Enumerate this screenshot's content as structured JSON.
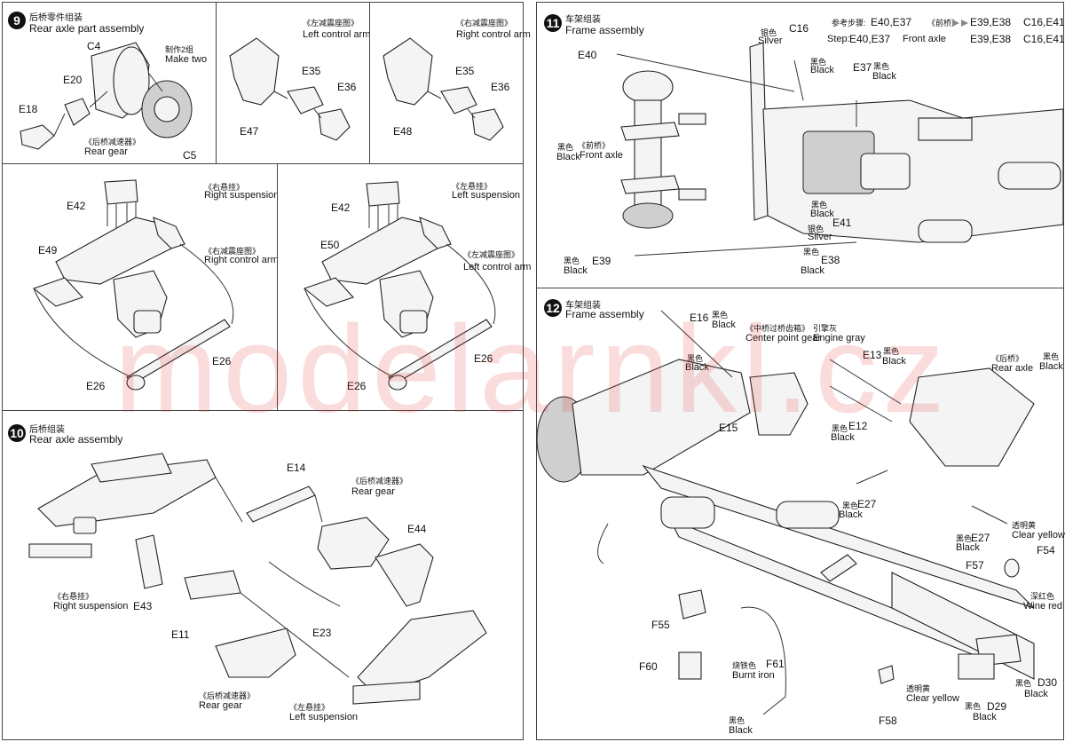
{
  "watermark": "modelarnkl.cz",
  "step9": {
    "number": "9",
    "title_zh": "后桥零件组装",
    "title_en": "Rear axle part assembly",
    "parts": {
      "c4": "C4",
      "e20": "E20",
      "e18": "E18",
      "c5": "C5"
    },
    "make_two_zh": "制作2组",
    "make_two_en": "Make two",
    "rear_gear_zh": "《后桥减速器》",
    "rear_gear_en": "Rear gear",
    "left_arm_zh": "《左减震座图》",
    "left_arm_en": "Left control arm",
    "right_arm_zh": "《右减震座图》",
    "right_arm_en": "Right control arm",
    "e35a": "E35",
    "e36a": "E36",
    "e47": "E47",
    "e35b": "E35",
    "e36b": "E36",
    "e48": "E48"
  },
  "susp": {
    "right_zh": "《右悬挂》",
    "right_en": "Right suspension",
    "right_arm_zh": "《右减震座图》",
    "right_arm_en": "Right control arm",
    "left_zh": "《左悬挂》",
    "left_en": "Left suspension",
    "left_arm_zh": "《左减震座图》",
    "left_arm_en": "Left control arm",
    "e42a": "E42",
    "e49": "E49",
    "e26a": "E26",
    "e26b": "E26",
    "e42b": "E42",
    "e50": "E50",
    "e26c": "E26",
    "e26d": "E26"
  },
  "step10": {
    "number": "10",
    "title_zh": "后桥组装",
    "title_en": "Rear axle assembly",
    "e14": "E14",
    "e44": "E44",
    "e43": "E43",
    "e11": "E11",
    "e23": "E23",
    "rear_gear1_zh": "《后桥减速器》",
    "rear_gear1_en": "Rear gear",
    "rear_gear2_zh": "《后桥减速器》",
    "rear_gear2_en": "Rear gear",
    "right_susp_zh": "《右悬挂》",
    "right_susp_en": "Right suspension",
    "left_susp_zh": "《左悬挂》",
    "left_susp_en": "Left suspension"
  },
  "step11": {
    "number": "11",
    "title_zh": "车架组装",
    "title_en": "Frame assembly",
    "ref_zh": "参考步骤:",
    "ref_en": "Step:",
    "ref_parts1": "E40,E37",
    "ref_front_zh": "《前桥》",
    "ref_front_en": "Front axle",
    "ref_parts2": "E39,E38",
    "ref_parts3": "C16,E41",
    "e40": "E40",
    "c16": "C16",
    "e37": "E37",
    "e41": "E41",
    "e39": "E39",
    "e38": "E38",
    "silver_zh": "银色",
    "silver_en": "Silver",
    "black_zh": "黑色",
    "black_en": "Black",
    "front_axle_zh": "《前桥》",
    "front_axle_en": "Front axle"
  },
  "step12": {
    "number": "12",
    "title_zh": "车架组装",
    "title_en": "Frame assembly",
    "e16": "E16",
    "e15": "E15",
    "e13": "E13",
    "e12": "E12",
    "e27a": "E27",
    "e27b": "E27",
    "f54": "F54",
    "f57": "F57",
    "f55": "F55",
    "f60": "F60",
    "f61": "F61",
    "f58": "F58",
    "d29": "D29",
    "d30": "D30",
    "black_zh": "黑色",
    "black_en": "Black",
    "center_gear_zh": "《中桥过桥齿箱》",
    "center_gear_en": "Center point gear",
    "engine_gray_zh": "引擎灰",
    "engine_gray_en": "Engine gray",
    "rear_axle_zh": "《后桥》",
    "rear_axle_en": "Rear axle",
    "clear_yellow_zh": "透明黄",
    "clear_yellow_en": "Clear yellow",
    "wine_red_zh": "深红色",
    "wine_red_en": "Wine red",
    "burnt_iron_zh": "烧铁色",
    "burnt_iron_en": "Burnt iron"
  }
}
